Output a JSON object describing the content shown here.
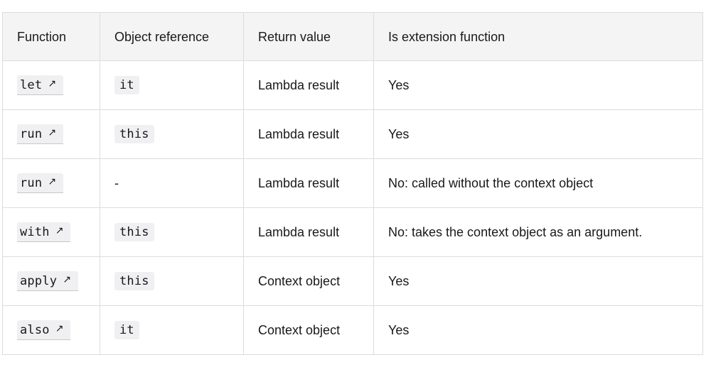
{
  "table": {
    "headers": [
      "Function",
      "Object reference",
      "Return value",
      "Is extension function"
    ],
    "rows": [
      {
        "function": "let",
        "object_reference": "it",
        "return_value": "Lambda result",
        "is_extension": "Yes"
      },
      {
        "function": "run",
        "object_reference": "this",
        "return_value": "Lambda result",
        "is_extension": "Yes"
      },
      {
        "function": "run",
        "object_reference": "-",
        "return_value": "Lambda result",
        "is_extension": "No: called without the context object"
      },
      {
        "function": "with",
        "object_reference": "this",
        "return_value": "Lambda result",
        "is_extension": "No: takes the context object as an argument."
      },
      {
        "function": "apply",
        "object_reference": "this",
        "return_value": "Context object",
        "is_extension": "Yes"
      },
      {
        "function": "also",
        "object_reference": "it",
        "return_value": "Context object",
        "is_extension": "Yes"
      }
    ],
    "link_arrow_icon": "external-link-arrow-icon",
    "colors": {
      "header_background": "#f4f4f4",
      "border": "#dcdcdf",
      "code_chip_background": "#f0f0f2",
      "text": "#19191c"
    }
  }
}
